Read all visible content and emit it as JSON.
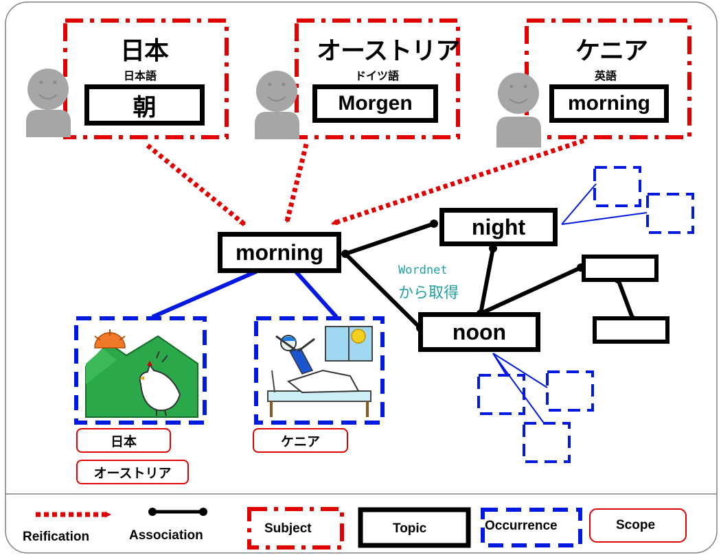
{
  "subjects": [
    {
      "country": "日本",
      "language": "日本語",
      "term": "朝"
    },
    {
      "country": "オーストリア",
      "language": "ドイツ語",
      "term": "Morgen"
    },
    {
      "country": "ケニア",
      "language": "英語",
      "term": "morning"
    }
  ],
  "topics": {
    "morning": "morning",
    "night": "night",
    "noon": "noon"
  },
  "annotation": {
    "line1": "Wordnet",
    "line2": "から取得"
  },
  "scopes": [
    "日本",
    "オーストリア",
    "ケニア"
  ],
  "legend": {
    "reification": "Reification",
    "association": "Association",
    "subject": "Subject",
    "topic": "Topic",
    "occurrence": "Occurrence",
    "scope": "Scope"
  },
  "colors": {
    "reification": "#e00000",
    "occurrence": "#0018e0",
    "scope": "#e00000",
    "annotation": "#20a0a0"
  },
  "icons": [
    "person-icon",
    "sunrise-mountain-rooster-icon",
    "waking-up-in-bed-icon"
  ]
}
